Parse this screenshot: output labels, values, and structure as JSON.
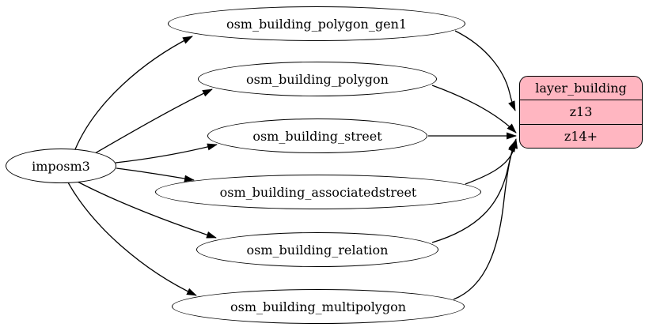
{
  "diagram": {
    "background_color": "#ffffff",
    "edge_color": "#000000",
    "source_node": {
      "label": "imposm3"
    },
    "tables": [
      {
        "label": "osm_building_polygon_gen1"
      },
      {
        "label": "osm_building_polygon"
      },
      {
        "label": "osm_building_street"
      },
      {
        "label": "osm_building_associatedstreet"
      },
      {
        "label": "osm_building_relation"
      },
      {
        "label": "osm_building_multipolygon"
      }
    ],
    "layer_node": {
      "title": "layer_building",
      "rows": [
        {
          "label": "z13"
        },
        {
          "label": "z14+"
        }
      ],
      "fill_color": "#ffb6c1",
      "border_color": "#000000"
    },
    "edges": [
      {
        "from": "imposm3",
        "to": "osm_building_polygon_gen1"
      },
      {
        "from": "imposm3",
        "to": "osm_building_polygon"
      },
      {
        "from": "imposm3",
        "to": "osm_building_street"
      },
      {
        "from": "imposm3",
        "to": "osm_building_associatedstreet"
      },
      {
        "from": "imposm3",
        "to": "osm_building_relation"
      },
      {
        "from": "imposm3",
        "to": "osm_building_multipolygon"
      },
      {
        "from": "osm_building_polygon_gen1",
        "to": "layer_building.z13"
      },
      {
        "from": "osm_building_polygon",
        "to": "layer_building.z14+"
      },
      {
        "from": "osm_building_street",
        "to": "layer_building.z14+"
      },
      {
        "from": "osm_building_associatedstreet",
        "to": "layer_building.z14+"
      },
      {
        "from": "osm_building_relation",
        "to": "layer_building.z14+"
      },
      {
        "from": "osm_building_multipolygon",
        "to": "layer_building.z14+"
      }
    ]
  }
}
